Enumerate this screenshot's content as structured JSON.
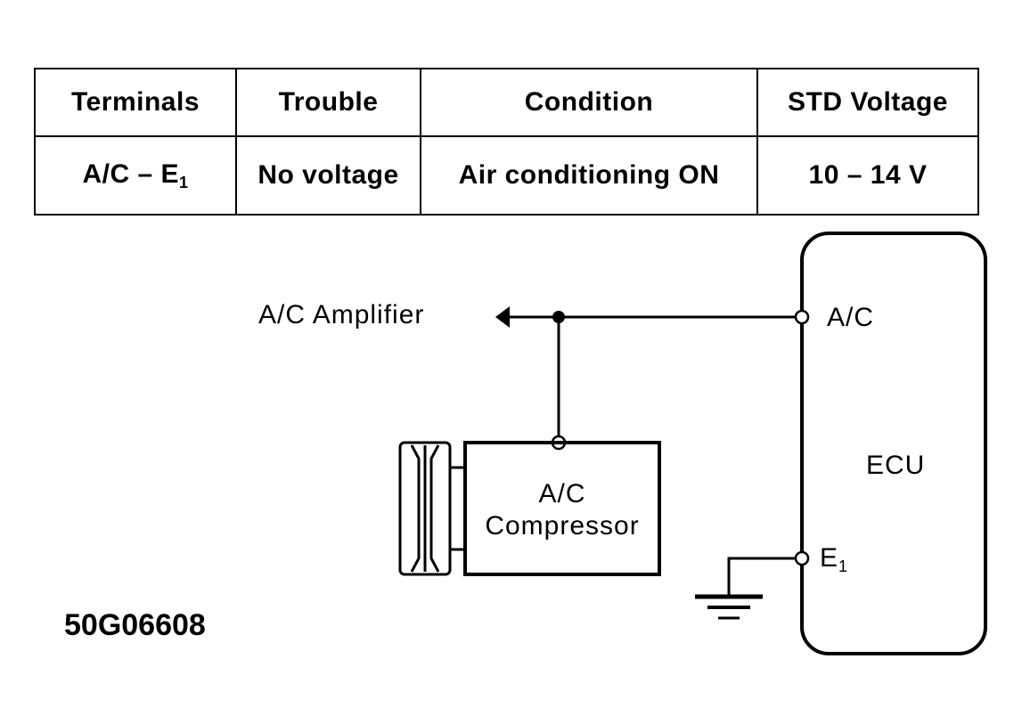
{
  "table": {
    "headers": [
      "Terminals",
      "Trouble",
      "Condition",
      "STD Voltage"
    ],
    "row": {
      "terminals_main": "A/C – E",
      "terminals_sub": "1",
      "trouble": "No voltage",
      "condition": "Air conditioning ON",
      "std_voltage": "10 – 14 V"
    }
  },
  "diagram": {
    "amplifier_label": "A/C  Amplifier",
    "compressor_label_line1": "A/C",
    "compressor_label_line2": "Compressor",
    "ecu_label": "ECU",
    "ecu_pin_ac": "A/C",
    "ecu_pin_e_main": "E",
    "ecu_pin_e_sub": "1"
  },
  "figure_id": "50G06608"
}
